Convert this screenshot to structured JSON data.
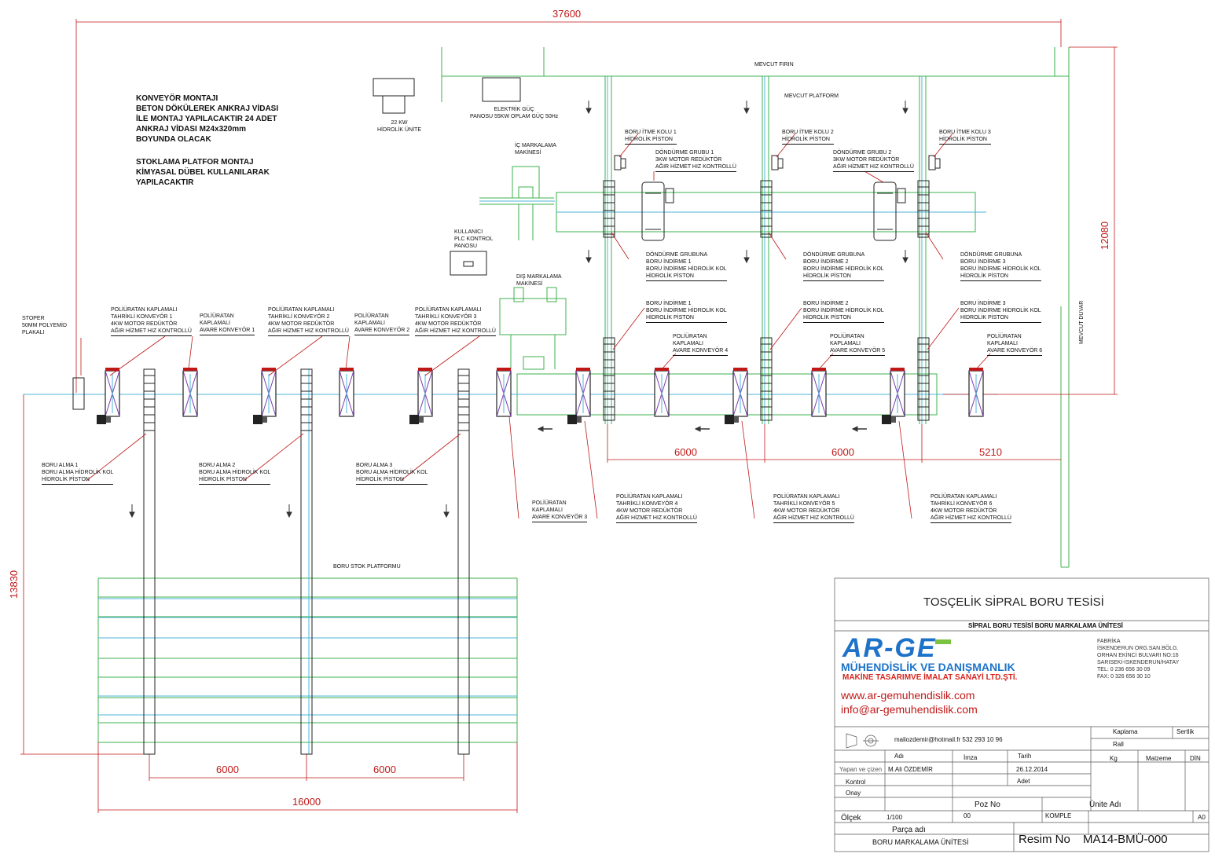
{
  "overall": {
    "dim_total_width": "37600",
    "dim_total_height": "13830",
    "dim_platform_height": "12080",
    "dim_stock_width": "16000",
    "dim_stock_spacing_1": "6000",
    "dim_stock_spacing_2": "6000",
    "dim_turn_spacing_1": "6000",
    "dim_turn_spacing_2": "6000",
    "dim_turn_spacing_3": "5210"
  },
  "notes": {
    "conveyor_mounting": [
      "KONVEYÖR MONTAJI",
      "BETON DÖKÜLEREK ANKRAJ VİDASI",
      "İLE MONTAJ YAPILACAKTIR 24 ADET",
      "ANKRAJ VİDASI M24x320mm",
      "BOYUNDA OLACAK"
    ],
    "stock_platform": [
      "STOKLAMA PLATFOR MONTAJ",
      "KİMYASAL DÜBEL KULLANILARAK",
      "YAPILACAKTIR"
    ]
  },
  "equipment": {
    "hydraulic_unit": [
      "22 KW",
      "HİDROLİK ÜNİTE"
    ],
    "power_panel": [
      "ELEKTRİK GÜÇ",
      "PANOSU 55KW OPLAM GÜÇ 50Hz"
    ],
    "existing_furnace": "MEVCUT FIRIN",
    "existing_platform": "MEVCUT PLATFORM",
    "existing_wall": "MEVCUT DUVAR",
    "inner_marking": [
      "İÇ MARKALAMA",
      "MAKİNESİ"
    ],
    "outer_marking": [
      "DIŞ MARKALAMA",
      "MAKİNESİ"
    ],
    "plc_panel": [
      "KULLANICI",
      "PLC KONTROL",
      "PANOSU"
    ],
    "stopper": [
      "STOPER",
      "50MM POLYEMİD",
      "PLAKALI"
    ],
    "stock_platform": "BORU STOK PLATFORMU"
  },
  "push_arms": [
    [
      "BORU İTME KOLU 1",
      "HİDROLİK PİSTON"
    ],
    [
      "BORU İTME KOLU 2",
      "HİDROLİK PİSTON"
    ],
    [
      "BORU İTME KOLU 3",
      "HİDROLİK PİSTON"
    ]
  ],
  "rotation_groups": [
    [
      "DÖNDÜRME GRUBU 1",
      "3KW MOTOR REDÜKTÖR",
      "AĞIR HİZMET HIZ KONTROLLÜ"
    ],
    [
      "DÖNDÜRME GRUBU 2",
      "3KW MOTOR REDÜKTÖR",
      "AĞIR HİZMET HIZ KONTROLLÜ"
    ]
  ],
  "rotation_lowering": [
    [
      "DÖNDÜRME GRUBUNA",
      "BORU İNDİRME 1",
      "BORU İNDİRME HİDROLİK KOL",
      "HİDROLİK PİSTON"
    ],
    [
      "DÖNDÜRME GRUBUNA",
      "BORU İNDİRME 2",
      "BORU İNDİRME HİDROLİK KOL",
      "HİDROLİK PİSTON"
    ],
    [
      "DÖNDÜRME GRUBUNA",
      "BORU İNDİRME 3",
      "BORU İNDİRME HİDROLİK KOL",
      "HİDROLİK PİSTON"
    ]
  ],
  "pipe_lowering": [
    [
      "BORU İNDİRME 1",
      "BORU İNDİRME HİDROLİK KOL",
      "HİDROLİK PİSTON"
    ],
    [
      "BORU İNDİRME 2",
      "BORU İNDİRME HİDROLİK KOL",
      "HİDROLİK PİSTON"
    ],
    [
      "BORU İNDİRME 3",
      "BORU İNDİRME HİDROLİK KOL",
      "HİDROLİK PİSTON"
    ]
  ],
  "driven_conveyors_top": [
    [
      "POLİÜRATAN KAPLAMALI",
      "TAHRİKLİ KONVEYÖR 1",
      "4KW MOTOR REDÜKTÖR",
      "AĞIR HİZMET HIZ KONTROLLÜ"
    ],
    [
      "POLİÜRATAN KAPLAMALI",
      "TAHRİKLİ KONVEYÖR 2",
      "4KW MOTOR REDÜKTÖR",
      "AĞIR HİZMET HIZ KONTROLLÜ"
    ],
    [
      "POLİÜRATAN KAPLAMALI",
      "TAHRİKLİ KONVEYÖR 3",
      "4KW MOTOR REDÜKTÖR",
      "AĞIR HİZMET HIZ KONTROLLÜ"
    ]
  ],
  "idle_conveyors_top": [
    [
      "POLİÜRATAN",
      "KAPLAMALI",
      "AVARE KONVEYÖR 1"
    ],
    [
      "POLİÜRATAN",
      "KAPLAMALI",
      "AVARE KONVEYÖR 2"
    ]
  ],
  "idle_conveyors_right": [
    [
      "POLİÜRATAN",
      "KAPLAMALI",
      "AVARE KONVEYÖR 4"
    ],
    [
      "POLİÜRATAN",
      "KAPLAMALI",
      "AVARE KONVEYÖR 5"
    ],
    [
      "POLİÜRATAN",
      "KAPLAMALI",
      "AVARE KONVEYÖR 6"
    ]
  ],
  "idle_conveyor_bottom": [
    "POLİÜRATAN",
    "KAPLAMALI",
    "AVARE KONVEYÖR 3"
  ],
  "driven_conveyors_bottom": [
    [
      "POLİÜRATAN KAPLAMALI",
      "TAHRİKLİ KONVEYÖR 4",
      "4KW MOTOR REDÜKTÖR",
      "AĞIR HİZMET HIZ KONTROLLÜ"
    ],
    [
      "POLİÜRATAN KAPLAMALI",
      "TAHRİKLİ KONVEYÖR 5",
      "4KW MOTOR REDÜKTÖR",
      "AĞIR HİZMET HIZ KONTROLLÜ"
    ],
    [
      "POLİÜRATAN KAPLAMALI",
      "TAHRİKLİ KONVEYÖR 6",
      "4KW MOTOR REDÜKTÖR",
      "AĞIR HİZMET HIZ KONTROLLÜ"
    ]
  ],
  "pick_arms": [
    [
      "BORU ALMA 1",
      "BORU ALMA HİDROLİK KOL",
      "HİDROLİK PİSTON"
    ],
    [
      "BORU ALMA 2",
      "BORU ALMA HİDROLİK KOL",
      "HİDROLİK PİSTON"
    ],
    [
      "BORU ALMA 3",
      "BORU ALMA HİDROLİK KOL",
      "HİDROLİK PİSTON"
    ]
  ],
  "title_block": {
    "project": "TOSÇELİK SİPRAL BORU TESİSİ",
    "subtitle": "SİPRAL BORU TESİSİ BORU MARKALAMA ÜNİTESİ",
    "brand_logo": "AR-GE",
    "brand_name": "MÜHENDİSLİK VE DANIŞMANLIK",
    "brand_tagline": "MAKİNE TASARIMVE İMALAT SANAYİ LTD.ŞTİ.",
    "website": "www.ar-gemuhendislik.com",
    "email": "info@ar-gemuhendislik.com",
    "factory": [
      "FABRİKA",
      "İSKENDERUN ORG.SAN.BÖLG.",
      "ORHAN EKİNCİ BULVARI NO:16",
      "SARISEKİ-İSKENDERUN/HATAY",
      "TEL: 0 236 656 30 09",
      "FAX: 0 326 656 30 10"
    ],
    "contact": "maliozdemir@hotmail.fr   532 293 10 96",
    "kaplama": "Kaplama",
    "sertlik": "Sertlik",
    "rall": "Rall",
    "kg": "Kg",
    "malzeme": "Malzeme",
    "din": "DİN",
    "adi": "Adı",
    "imza": "İmza",
    "tarih": "Tarih",
    "designer_label": "Yapan ve çizen",
    "designer": "M.Ali ÖZDEMİR",
    "date": "26.12.2014",
    "adet": "Adet",
    "kontrol": "Kontrol",
    "onay": "Onay",
    "poz_no_label": "Poz No",
    "unite_adi_label": "Ünite Adı",
    "olcek_label": "Ölçek",
    "olcek": "1/100",
    "poz_no": "00",
    "unite_adi": "KOMPLE",
    "sheet": "A0",
    "parca_adi_label": "Parça adı",
    "parca_adi": "BORU MARKALAMA ÜNİTESİ",
    "resim_no_label": "Resim No",
    "resim_no": "MA14-BMÜ-000"
  },
  "colors": {
    "green": "#3fb04f",
    "cyan": "#4fb6d9",
    "red": "#c01818",
    "dark": "#222222",
    "brand_blue": "#1e73c8",
    "brand_green": "#7cc242",
    "brand_red": "#d7261e"
  }
}
